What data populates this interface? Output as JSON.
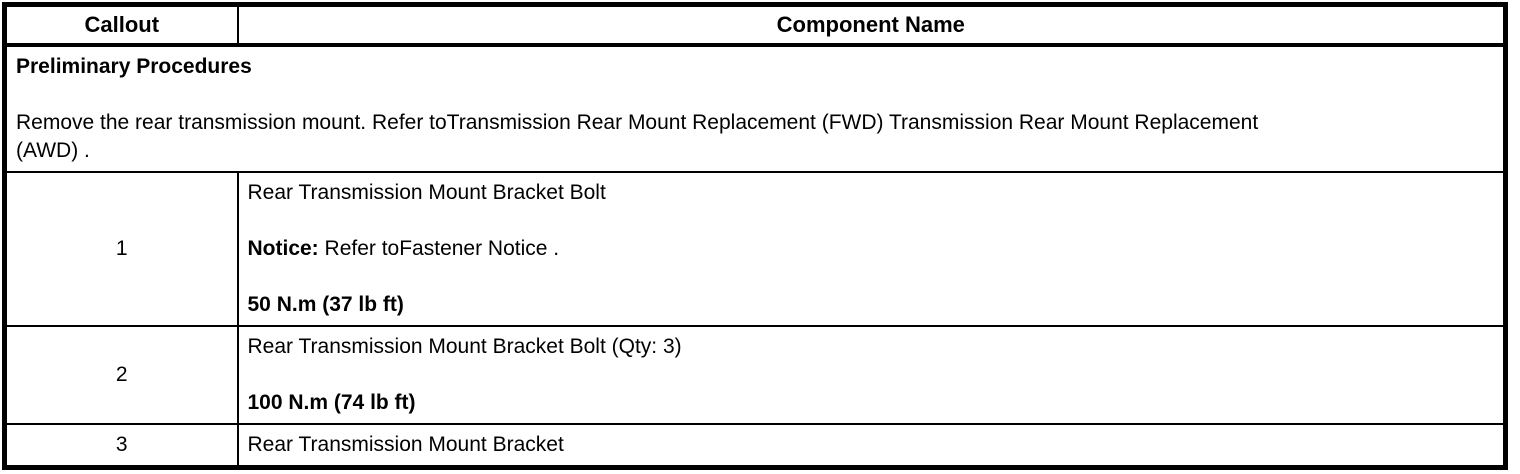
{
  "table": {
    "header": {
      "callout": "Callout",
      "component_name": "Component Name"
    },
    "preliminary": {
      "title": "Preliminary Procedures",
      "text_line1": "Remove the rear transmission mount. Refer toTransmission Rear Mount Replacement (FWD) Transmission Rear Mount Replacement",
      "text_line2": "(AWD) ."
    },
    "rows": [
      {
        "callout": "1",
        "name": "Rear Transmission Mount Bracket Bolt",
        "notice_label": "Notice:",
        "notice_text": " Refer toFastener Notice .",
        "torque": "50 N.m (37 lb ft)"
      },
      {
        "callout": "2",
        "name": "Rear Transmission Mount Bracket Bolt (Qty: 3)",
        "torque": "100 N.m (74 lb ft)"
      },
      {
        "callout": "3",
        "name": "Rear Transmission Mount Bracket"
      }
    ]
  },
  "colors": {
    "border": "#000000",
    "text": "#000000",
    "background": "#ffffff"
  }
}
